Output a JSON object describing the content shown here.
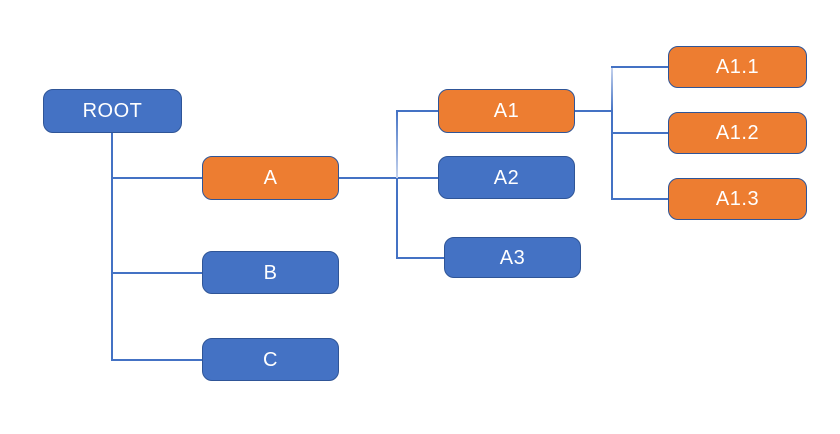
{
  "diagram": {
    "type": "tree",
    "orientation": "left-to-right",
    "background": "#FFFFFF",
    "colors": {
      "blue": "#4472C4",
      "orange": "#ED7D31",
      "node_border": "#2F5597",
      "node_text": "#FFFFFF",
      "connector": "#4472C4",
      "connector_fade": "#C7D4EE"
    },
    "nodes": {
      "root": {
        "label": "ROOT",
        "color": "blue"
      },
      "a": {
        "label": "A",
        "color": "orange"
      },
      "b": {
        "label": "B",
        "color": "blue"
      },
      "c": {
        "label": "C",
        "color": "blue"
      },
      "a1": {
        "label": "A1",
        "color": "orange"
      },
      "a2": {
        "label": "A2",
        "color": "blue"
      },
      "a3": {
        "label": "A3",
        "color": "blue"
      },
      "a11": {
        "label": "A1.1",
        "color": "orange"
      },
      "a12": {
        "label": "A1.2",
        "color": "orange"
      },
      "a13": {
        "label": "A1.3",
        "color": "orange"
      }
    },
    "hierarchy": {
      "ROOT": {
        "A": {
          "A1": {
            "A1.1": {},
            "A1.2": {},
            "A1.3": {}
          },
          "A2": {},
          "A3": {}
        },
        "B": {},
        "C": {}
      }
    }
  }
}
